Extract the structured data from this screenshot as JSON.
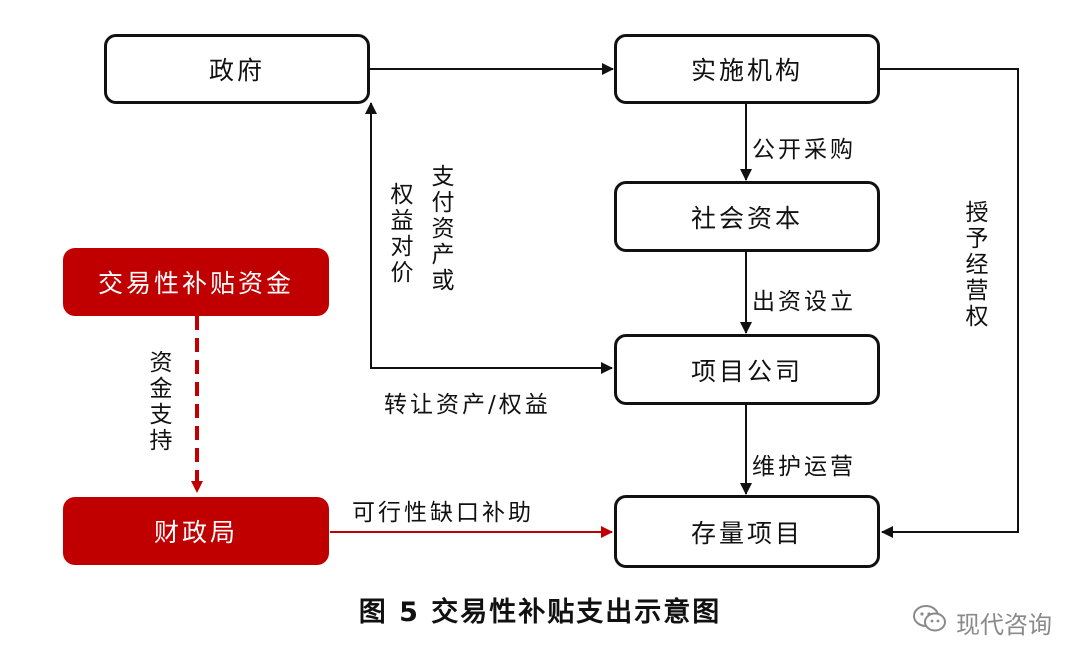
{
  "nodes": {
    "government": "政府",
    "implementing_agency": "实施机构",
    "social_capital": "社会资本",
    "project_company": "项目公司",
    "existing_project": "存量项目",
    "transactional_subsidy_fund": "交易性补贴资金",
    "finance_bureau": "财政局"
  },
  "edges": {
    "public_procurement": "公开采购",
    "capital_establish": "出资设立",
    "maintain_operate": "维护运营",
    "grant_operation_rights": "授予经营权",
    "transfer_assets_rights": "转让资产/权益",
    "consideration_rights": "权益对价",
    "pay_assets_or": "支付资产或",
    "fund_support": "资金支持",
    "viability_gap_subsidy": "可行性缺口补助"
  },
  "caption": "图 5  交易性补贴支出示意图",
  "watermark": "现代咨询",
  "colors": {
    "red": "#c00000",
    "line": "#111111"
  }
}
